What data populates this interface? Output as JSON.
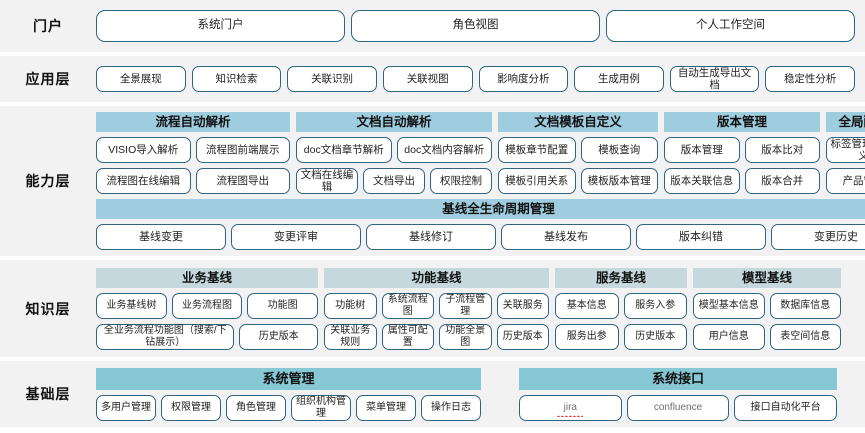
{
  "layers": [
    {
      "label": "门户",
      "tiles": [
        "系统门户",
        "角色视图",
        "个人工作空间"
      ]
    },
    {
      "label": "应用层",
      "tiles": [
        "全景展现",
        "知识检索",
        "关联识别",
        "关联视图",
        "影响度分析",
        "生成用例",
        "自动生成导出文档",
        "稳定性分析"
      ]
    },
    {
      "label": "能力层",
      "groups": [
        {
          "head": "流程自动解析",
          "row1": [
            "VISIO导入解析",
            "流程图前端展示"
          ],
          "row2": [
            "流程图在线编辑",
            "流程图导出"
          ]
        },
        {
          "head": "文档自动解析",
          "row1": [
            "doc文档章节解析",
            "doc文档内容解析"
          ],
          "row2": [
            "文档在线编辑",
            "文档导出",
            "权限控制"
          ]
        },
        {
          "head": "文档模板自定义",
          "row1": [
            "模板章节配置",
            "模板查询"
          ],
          "row2": [
            "模板引用关系",
            "模板版本管理"
          ]
        },
        {
          "head": "版本管理",
          "row1": [
            "版本管理",
            "版本比对"
          ],
          "row2": [
            "版本关联信息",
            "版本合并"
          ]
        },
        {
          "head": "全局配置",
          "row1": [
            "标签管理/自定义"
          ],
          "row2": [
            "产品管理"
          ]
        }
      ],
      "lifecycle": {
        "head": "基线全生命周期管理",
        "tiles": [
          "基线变更",
          "变更评审",
          "基线修订",
          "基线发布",
          "版本纠错",
          "变更历史"
        ]
      }
    },
    {
      "label": "知识层",
      "groups": [
        {
          "head": "业务基线",
          "row1": [
            "业务基线树",
            "业务流程图",
            "功能图"
          ],
          "row2": [
            "全业务流程功能图（搜索/下钻展示）",
            "历史版本"
          ]
        },
        {
          "head": "功能基线",
          "row1": [
            "功能树",
            "系统流程图",
            "子流程管理",
            "关联服务"
          ],
          "row2": [
            "关联业务规则",
            "属性可配置",
            "功能全景图",
            "历史版本"
          ]
        },
        {
          "head": "服务基线",
          "row1": [
            "基本信息",
            "服务入参"
          ],
          "row2": [
            "服务出参",
            "历史版本"
          ]
        },
        {
          "head": "模型基线",
          "row1": [
            "模型基本信息",
            "数据库信息"
          ],
          "row2": [
            "用户信息",
            "表空间信息"
          ]
        }
      ]
    },
    {
      "label": "基础层",
      "groups": [
        {
          "head": "系统管理",
          "row1": [
            "多用户管理",
            "权限管理",
            "角色管理",
            "组织机构管理",
            "菜单管理",
            "操作日志"
          ]
        },
        {
          "head": "系统接口",
          "row1": [
            "jira",
            "confluence",
            "接口自动化平台"
          ]
        }
      ]
    }
  ],
  "colors": {
    "band": "#f2f2f2",
    "tile_border": "#2f6581",
    "capability_head": "#9fcde0",
    "knowledge_head": "#c5d8dd",
    "base_head": "#86c8d3",
    "spellcheck_underline": "#e03030"
  }
}
